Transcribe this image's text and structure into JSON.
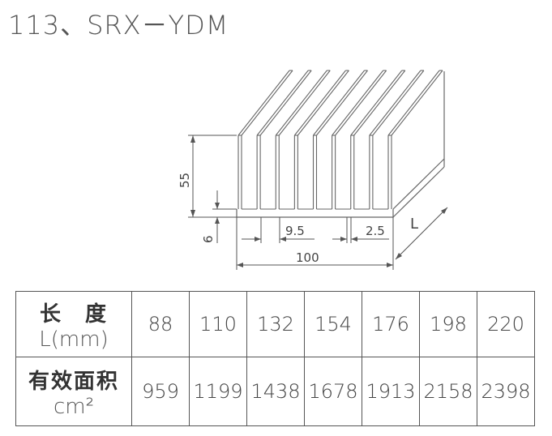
{
  "title": "113、SRX－YDM",
  "dimensions": {
    "height": "55",
    "base": "6",
    "pitch": "9.5",
    "fin": "2.5",
    "width": "100",
    "length": "L"
  },
  "table": {
    "row1": {
      "header_top": "长　度",
      "header_bottom": "L(mm)",
      "values": [
        "88",
        "110",
        "132",
        "154",
        "176",
        "198",
        "220"
      ]
    },
    "row2": {
      "header_top": "有效面积",
      "header_bottom": "cm²",
      "values": [
        "959",
        "1199",
        "1438",
        "1678",
        "1913",
        "2158",
        "2398"
      ]
    }
  }
}
